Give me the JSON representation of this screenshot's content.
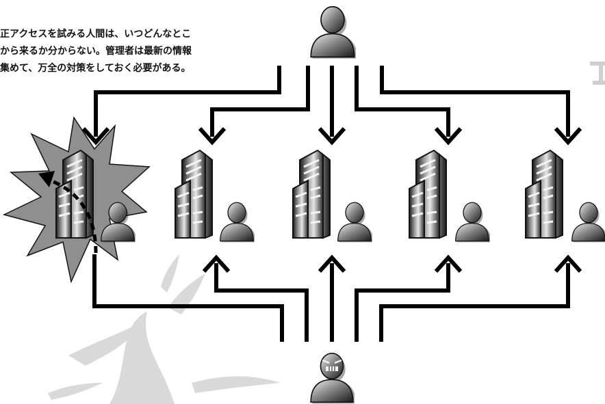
{
  "caption": {
    "lines": [
      "正アクセスを試みる人間は、いつどんなとこ",
      "から来るか分からない。管理者は最新の情報",
      "集めて、万全の対策をしておく必要がある。"
    ]
  },
  "nodes": {
    "admin": "person-icon",
    "attacker": "angry-person-icon",
    "building": "office-building-icon",
    "user": "person-icon",
    "breach": "explosion-burst-icon"
  },
  "colors": {
    "line": "#000000",
    "icon_dark": "#2a2a2a",
    "icon_light": "#e8e8e8",
    "burst": "#8f8f8f",
    "splash": "#d6d6d6"
  }
}
